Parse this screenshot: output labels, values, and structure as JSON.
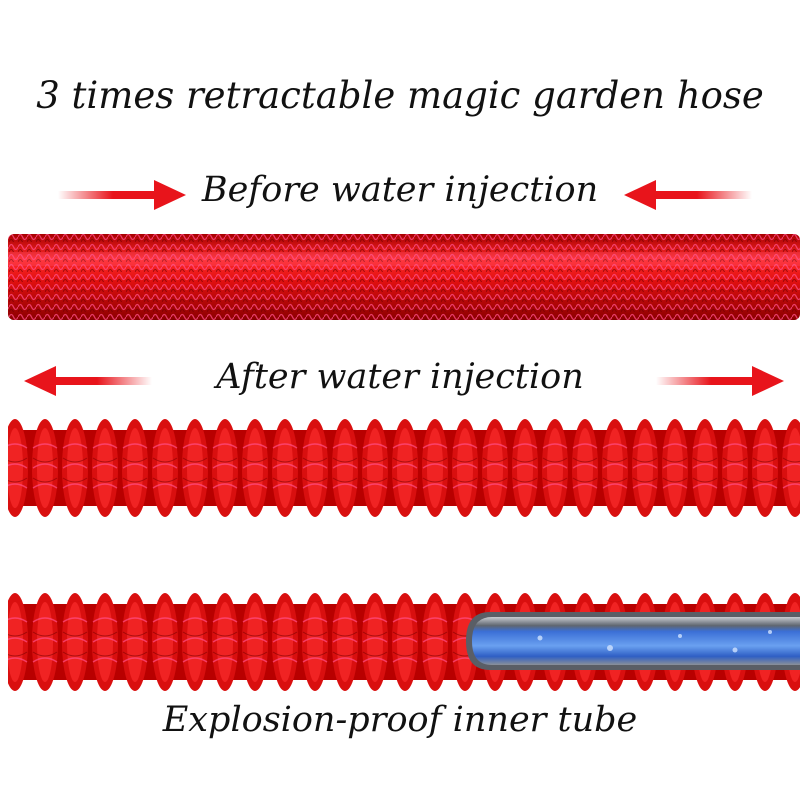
{
  "title": "3 times retractable magic garden hose",
  "before": {
    "label": "Before water injection",
    "arrows": [
      "right-pointing-arrow-icon",
      "left-pointing-arrow-icon"
    ]
  },
  "after": {
    "label": "After water injection",
    "arrows": [
      "left-pointing-arrow-icon",
      "right-pointing-arrow-icon"
    ]
  },
  "inner_tube": {
    "label": "Explosion-proof inner tube"
  },
  "colors": {
    "hose_red": "#e01010",
    "hose_dark": "#8c0000",
    "hose_pink": "#ff4f8a",
    "arrow_red": "#e8141b",
    "tube_blue": "#3f78d8",
    "tube_gray": "#9aa0a6"
  }
}
